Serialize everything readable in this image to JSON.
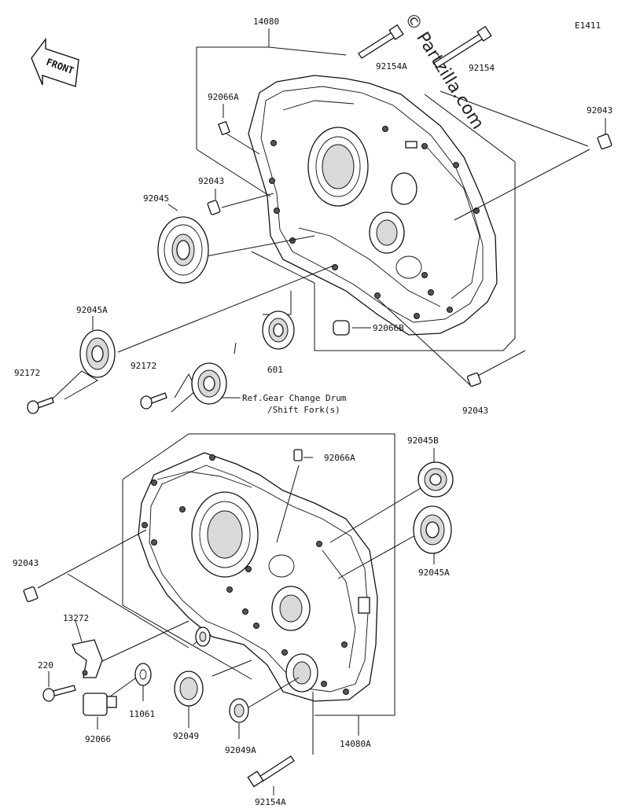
{
  "figure_code": "E1411",
  "watermark": "© Partzilla.com",
  "front_label": "FRONT",
  "reference_note": {
    "line1": "Ref.Gear Change Drum",
    "line2": "/Shift Fork(s)"
  },
  "labels": {
    "p14080": "14080",
    "p92154A_top": "92154A",
    "p92154_top": "92154",
    "p92066A_top": "92066A",
    "p92043_right": "92043",
    "p92043_left": "92043",
    "p92045": "92045",
    "p92045A_top": "92045A",
    "p92172_left": "92172",
    "p92172_mid": "92172",
    "p601": "601",
    "p92066B": "92066B",
    "p92043_lowright": "92043",
    "p92045B": "92045B",
    "p92066A_low": "92066A",
    "p92043_low": "92043",
    "p92045A_low": "92045A",
    "p13272": "13272",
    "p220": "220",
    "p92066": "92066",
    "p11061": "11061",
    "p92049": "92049",
    "p92049A": "92049A",
    "p14080A": "14080A",
    "p92154A_bottom": "92154A"
  }
}
